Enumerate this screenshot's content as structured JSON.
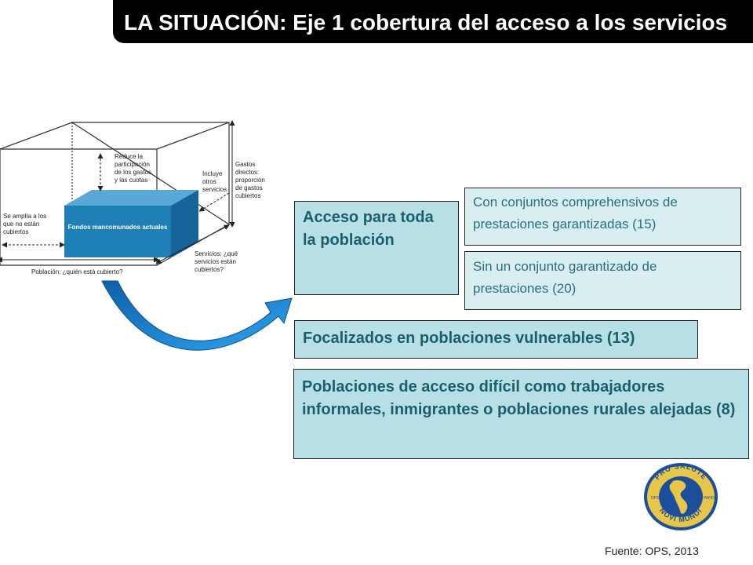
{
  "title": "LA SITUACIÓN: Eje 1 cobertura del acceso a los servicios",
  "diagram": {
    "center_label": "Fondos mancomunados actuales",
    "reduce_label": [
      "Reduce la",
      "participación",
      "de los gastos",
      "y las cuotas"
    ],
    "include_label": [
      "Incluye",
      "otros",
      "servicios"
    ],
    "gastos_label": [
      "Gastos",
      "directos:",
      "proporción",
      "de gastos",
      "cubiertos"
    ],
    "expand_label": [
      "Se amplía a los",
      "que no están",
      "cubiertos"
    ],
    "services_label": [
      "Servicios: ¿qué",
      "servicios están",
      "cubiertos?"
    ],
    "population_label": "Población: ¿quién está cubierto?"
  },
  "boxes": {
    "access": "Acceso para toda la población",
    "with_set": "Con conjuntos comprehensivos de prestaciones garantizadas (15)",
    "without_set": "Sin un conjunto garantizado de prestaciones (20)",
    "focalized": "Focalizados en poblaciones vulnerables (13)",
    "hard_access": "Poblaciones de acceso difícil como trabajadores informales, inmigrantes o poblaciones rurales alejadas (8)"
  },
  "logo": {
    "top_text": "PRO SALUTE",
    "bottom_text": "NOVI MUNDI",
    "left_text": "OPS",
    "right_text": "PAHO"
  },
  "source": "Fuente: OPS, 2013",
  "colors": {
    "box_dark": "#b8dfe6",
    "box_light": "#d9eef1",
    "box_text": "#1a5f6e",
    "cube_front": "#1f7fb7",
    "arrow": "#1e8fd6",
    "logo_blue": "#1b4f9c"
  }
}
